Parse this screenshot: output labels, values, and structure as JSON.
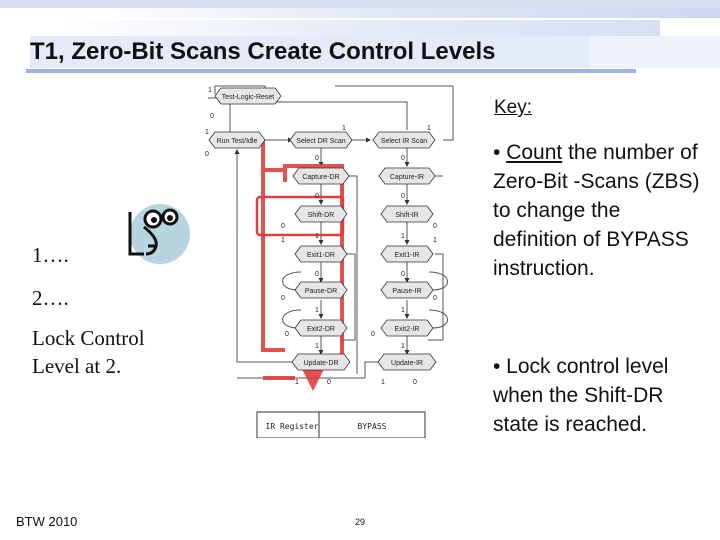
{
  "slide": {
    "title": "T1, Zero-Bit Scans Create Control Levels",
    "footer": "BTW 2010",
    "page_number": "29"
  },
  "key": {
    "heading": "Key:",
    "bullet1_prefix": "• ",
    "bullet1_underlined": "Count",
    "bullet1_rest": " the number of Zero-Bit -Scans (ZBS) to change the definition of BYPASS instruction.",
    "bullet2": "• Lock control level when the Shift-DR state is reached."
  },
  "steps": {
    "step1": "1….",
    "step2": "2….",
    "lock": "Lock Control Level at 2."
  },
  "diagram": {
    "states": {
      "tlr": "Test-Logic-Reset",
      "rti": "Run Test/Idle",
      "seldr": "Select DR Scan",
      "selir": "Select IR Scan",
      "capdr": "Capture-DR",
      "capir": "Capture-IR",
      "shdr": "Shift-DR",
      "shir": "Shift-IR",
      "ex1dr": "Exit1-DR",
      "ex1ir": "Exit1-IR",
      "padr": "Pause-DR",
      "pair": "Pause-IR",
      "ex2dr": "Exit2-DR",
      "ex2ir": "Exit2-IR",
      "updr": "Update-DR",
      "upir": "Update-IR"
    },
    "ir_register_label": "IR Register",
    "bypass_label": "BYPASS"
  },
  "colors": {
    "highlight": "#e23c3c",
    "state_fill": "#e6e6e6",
    "face_bg": "#b8d4e0"
  }
}
